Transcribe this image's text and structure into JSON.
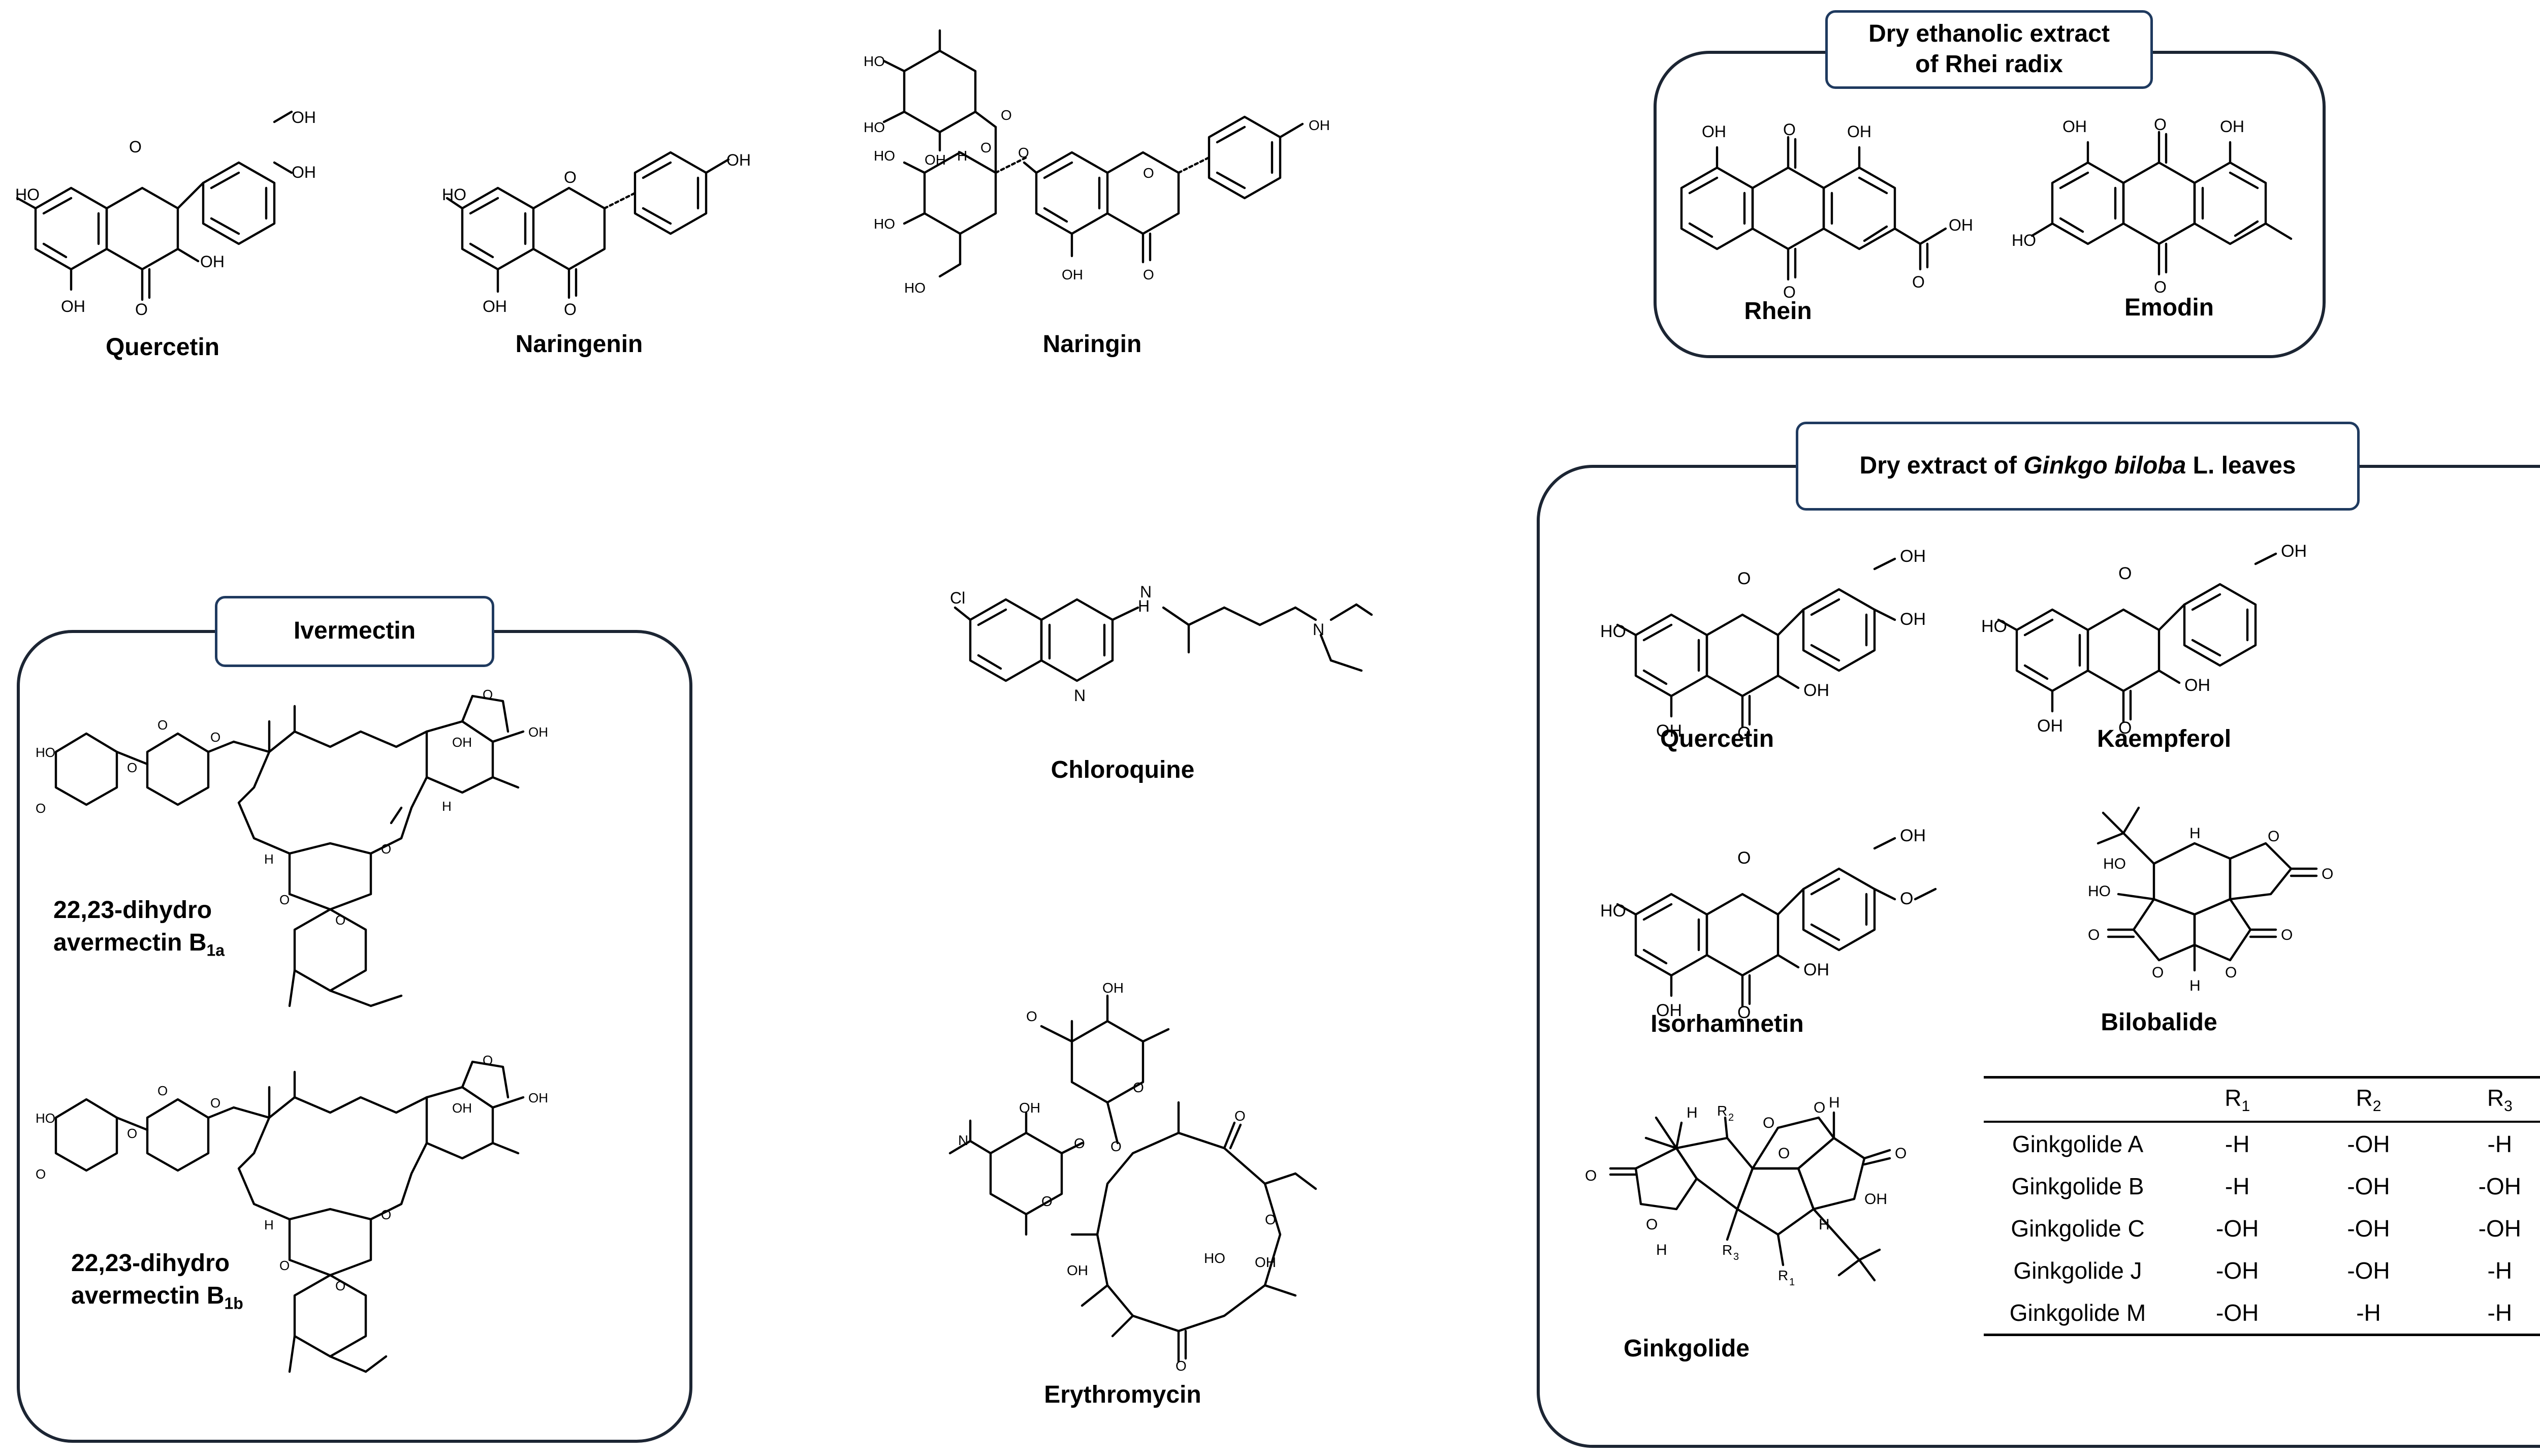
{
  "compounds": {
    "quercetin_left": "Quercetin",
    "naringenin": "Naringenin",
    "naringin": "Naringin",
    "chloroquine": "Chloroquine",
    "erythromycin": "Erythromycin"
  },
  "rhei_group": {
    "title_line1": "Dry ethanolic extract",
    "title_line2": "of Rhei radix",
    "compounds": [
      "Rhein",
      "Emodin"
    ]
  },
  "ivermectin_group": {
    "title": "Ivermectin",
    "b1a_line1": "22,23-dihydro",
    "b1a_line2": "avermectin B",
    "b1a_sub": "1a",
    "b1b_line1": "22,23-dihydro",
    "b1b_line2": "avermectin B",
    "b1b_sub": "1b"
  },
  "ginkgo_group": {
    "title_prefix": "Dry extract of ",
    "title_italic": "Ginkgo biloba",
    "title_suffix": " L. leaves",
    "compounds": [
      "Quercetin",
      "Kaempferol",
      "Isorhamnetin",
      "Bilobalide",
      "Ginkgolide"
    ],
    "table": {
      "headers": [
        "",
        "R1",
        "R2",
        "R3"
      ],
      "rows": [
        [
          "Ginkgolide A",
          "-H",
          "-OH",
          "-H"
        ],
        [
          "Ginkgolide B",
          "-H",
          "-OH",
          "-OH"
        ],
        [
          "Ginkgolide C",
          "-OH",
          "-OH",
          "-OH"
        ],
        [
          "Ginkgolide J",
          "-OH",
          "-OH",
          "-H"
        ],
        [
          "Ginkgolide M",
          "-OH",
          "-H",
          "-H"
        ]
      ]
    }
  },
  "atom_labels": {
    "OH": "OH",
    "HO": "HO",
    "O": "O",
    "H": "H",
    "N": "N",
    "Cl": "Cl",
    "R1": "R1",
    "R2": "R2",
    "R3": "R3"
  }
}
